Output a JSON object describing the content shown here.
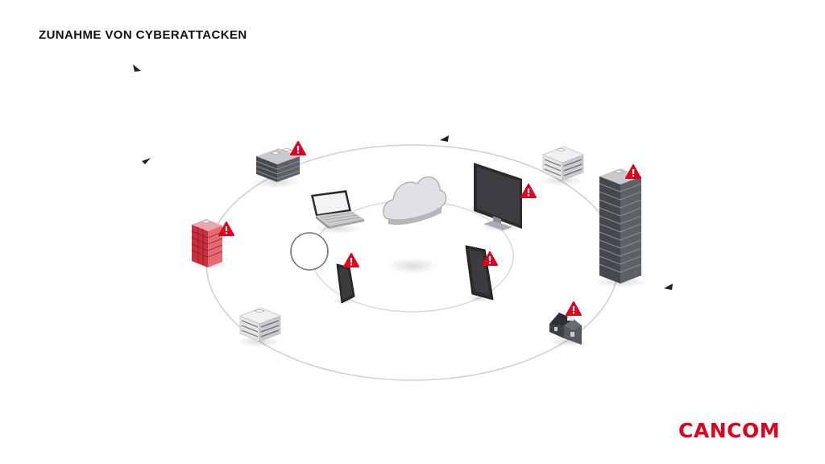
{
  "header": {
    "title": "ZUNAHME VON CYBERATTACKEN"
  },
  "brand": {
    "logo_text": "CANCOM",
    "color": "#e2001a"
  },
  "colors": {
    "alert": "#e2001a",
    "ring": "#d0d0d0",
    "building_dark": "#4f5358",
    "building_light": "#e7e8ea",
    "device_dark": "#2a2b2d",
    "cloud": "#dfe1e4",
    "highlight_building": "#c9303c"
  },
  "diagram": {
    "nodes": [
      {
        "name": "office-building-top-left",
        "alert": true
      },
      {
        "name": "red-office-building",
        "alert": true
      },
      {
        "name": "office-building-bottom-left",
        "alert": false
      },
      {
        "name": "laptop",
        "alert": false
      },
      {
        "name": "cloud",
        "alert": false
      },
      {
        "name": "monitor",
        "alert": true
      },
      {
        "name": "smartphone",
        "alert": true
      },
      {
        "name": "tablet",
        "alert": true
      },
      {
        "name": "office-building-top-right",
        "alert": false
      },
      {
        "name": "skyscraper",
        "alert": true
      },
      {
        "name": "house",
        "alert": true
      }
    ]
  }
}
